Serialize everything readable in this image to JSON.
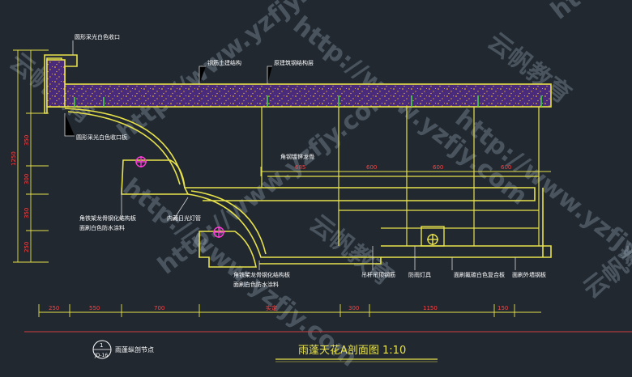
{
  "colors": {
    "background": "#212830",
    "outline": "#e8e24a",
    "slab_fill": "#4a2a7a",
    "speckle": "#e0b020",
    "annotation": "#ffffff",
    "callout": "#e8e24a",
    "dimension": "#ff4040",
    "ruler": "#d04040",
    "title": "#e8e24a",
    "light_symbol": "#ff3ad8",
    "watermark": "#b8c8d8"
  },
  "annotations": {
    "top_cap": "圆形采光白色收口",
    "concrete": "钢筋土建结构",
    "structure_layer": "原建筑钢结构层",
    "cap_inner": "圆形采光白色收口板",
    "steel_channel": "角钢镀锌龙骨",
    "keel_left_1": "角铁架龙骨钢化结构板",
    "keel_left_2": "面刷白色防水涂料",
    "light": "内藏日光灯管",
    "keel_bottom_1": "角铁架龙骨钢化结构板",
    "keel_bottom_2": "面刷白色防水涂料",
    "hang_bolt": "吊杆吊顶钢筋",
    "fixture": "防雨灯具",
    "panel_white": "面刷氟碳白色复合板",
    "panel_side": "面刷外墙钢板"
  },
  "dims": {
    "vertical": [
      "1250",
      "350",
      "300",
      "350",
      "250"
    ],
    "inner": [
      "685",
      "600",
      "600",
      "600"
    ],
    "bottom": [
      "250",
      "550",
      "700",
      "实定",
      "300",
      "1150",
      "150"
    ]
  },
  "title": {
    "main": "雨蓬天花A剖面图 1:10",
    "detail_num": "1",
    "detail_sheet": "JD-16",
    "detail_label": "雨蓬纵剖节点"
  },
  "watermarks": [
    "http://www.yzfjy.com",
    "云帆教育"
  ]
}
